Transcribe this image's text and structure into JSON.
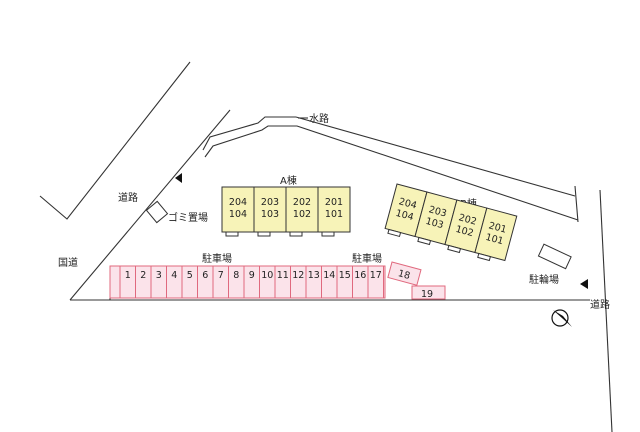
{
  "roads": {
    "road_upper_left": "道路",
    "national_road": "国道",
    "road_right": "道路",
    "waterway": "水路"
  },
  "buildings": {
    "a": {
      "title": "A棟",
      "units": [
        {
          "upper": "204",
          "lower": "104"
        },
        {
          "upper": "203",
          "lower": "103"
        },
        {
          "upper": "202",
          "lower": "102"
        },
        {
          "upper": "201",
          "lower": "101"
        }
      ]
    },
    "b": {
      "title": "B棟",
      "units": [
        {
          "upper": "204",
          "lower": "104"
        },
        {
          "upper": "203",
          "lower": "103"
        },
        {
          "upper": "202",
          "lower": "102"
        },
        {
          "upper": "201",
          "lower": "101"
        }
      ]
    }
  },
  "facilities": {
    "garbage": "ゴミ置場",
    "parking_left": "駐車場",
    "parking_right": "駐車場",
    "bicycle_parking": "駐輪場"
  },
  "parking_spaces": [
    "1",
    "2",
    "3",
    "4",
    "5",
    "6",
    "7",
    "8",
    "9",
    "10",
    "11",
    "12",
    "13",
    "14",
    "15",
    "16",
    "17",
    "18",
    "19"
  ],
  "colors": {
    "building_fill": "#f7f3b8",
    "parking_fill": "#fbe3ea",
    "parking_stroke": "#e0697e",
    "lines": "#333333"
  },
  "icons": [
    "north-arrow-icon",
    "direction-arrow-icon"
  ]
}
